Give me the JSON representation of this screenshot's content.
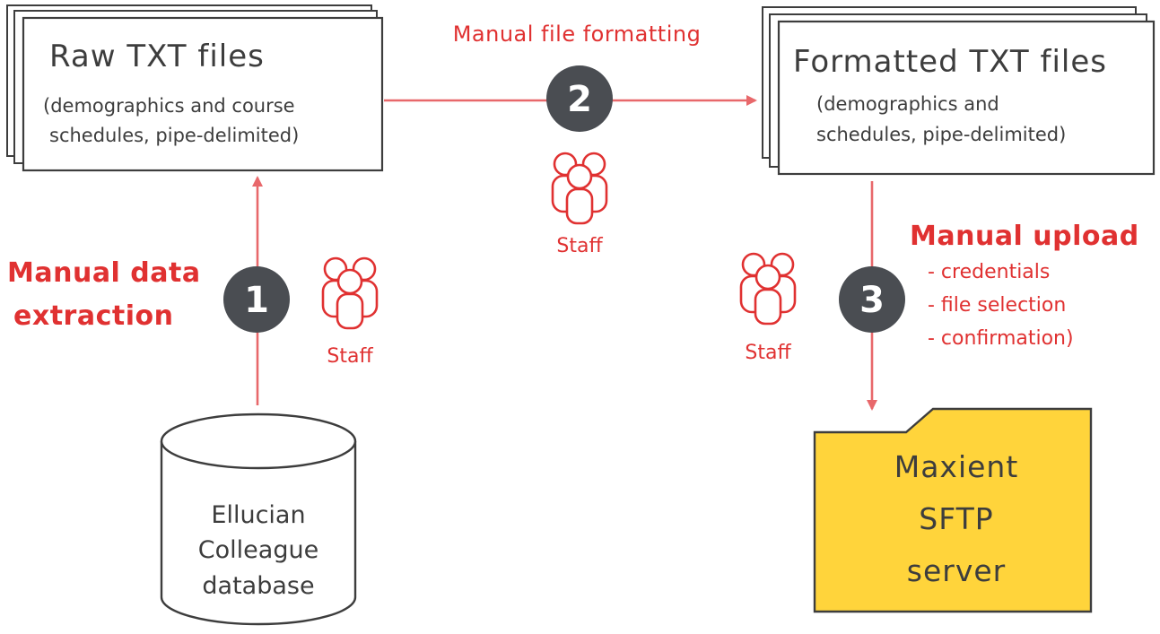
{
  "raw_box": {
    "title": "Raw TXT files",
    "subtitle_line1": "(demographics and course",
    "subtitle_line2": "schedules, pipe-delimited)"
  },
  "formatted_box": {
    "title": "Formatted TXT files",
    "subtitle_line1": "(demographics and",
    "subtitle_line2": "schedules, pipe-delimited)"
  },
  "database": {
    "line1": "Ellucian",
    "line2": "Colleague",
    "line3": "database"
  },
  "server": {
    "line1": "Maxient",
    "line2": "SFTP",
    "line3": "server"
  },
  "steps": {
    "step1": {
      "number": "1",
      "label_line1": "Manual data",
      "label_line2": "extraction",
      "actor": "Staff"
    },
    "step2": {
      "number": "2",
      "label": "Manual file formatting",
      "actor": "Staff"
    },
    "step3": {
      "number": "3",
      "label": "Manual upload",
      "details": [
        "- credentials",
        "- file selection",
        "- confirmation)"
      ],
      "actor": "Staff"
    }
  },
  "colors": {
    "accent_red": "#e03131",
    "arrow_red": "#e8686b",
    "step_circle": "#4a4d52",
    "stroke": "#3d3d3d",
    "server_fill": "#ffd43b"
  }
}
